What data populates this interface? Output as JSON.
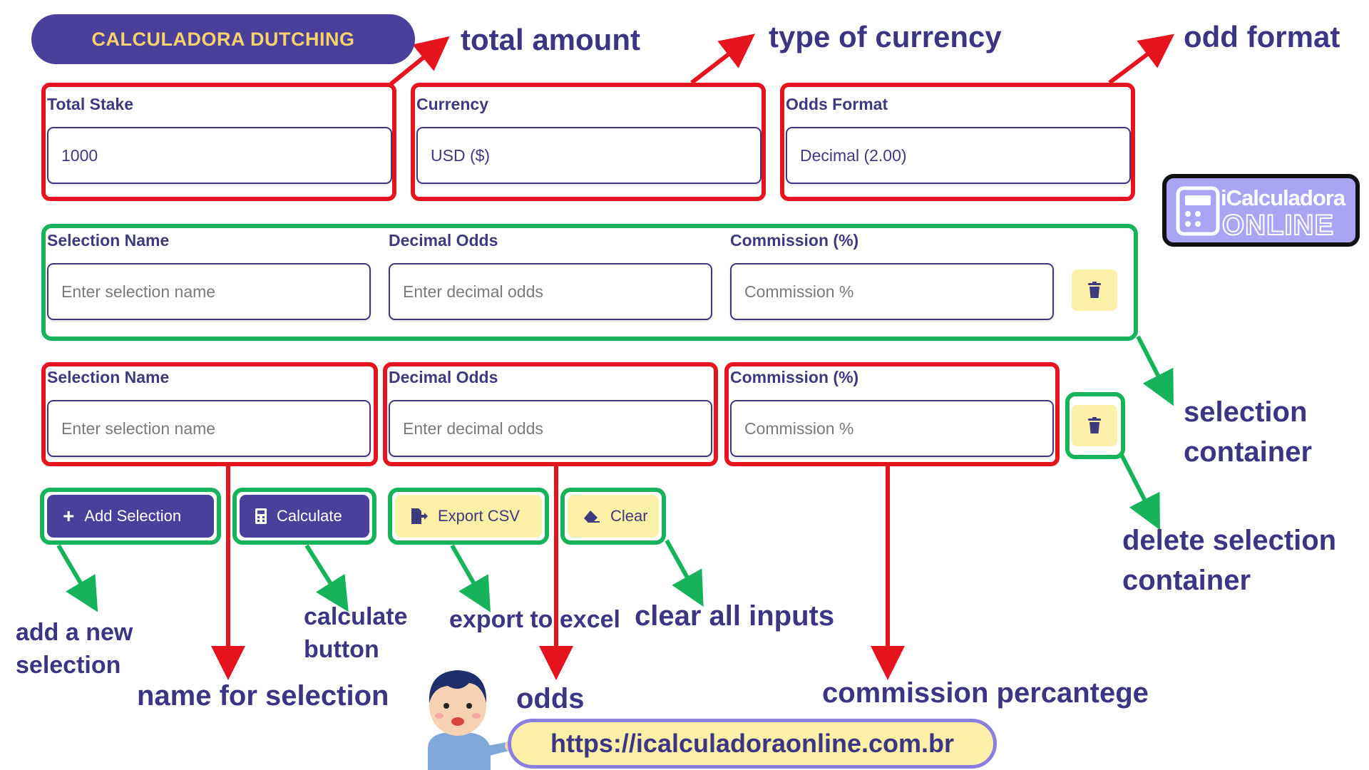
{
  "app": {
    "title": "CALCULADORA DUTCHING",
    "url": "https://icalculadoraonline.com.br"
  },
  "logo": {
    "line1": "iCalculadora",
    "line2": "ONLINE"
  },
  "settings": {
    "total_stake": {
      "label": "Total Stake",
      "value": "1000"
    },
    "currency": {
      "label": "Currency",
      "value": "USD ($)"
    },
    "odds_format": {
      "label": "Odds Format",
      "value": "Decimal (2.00)"
    }
  },
  "selections": [
    {
      "name_label": "Selection Name",
      "name_placeholder": "Enter selection name",
      "odds_label": "Decimal Odds",
      "odds_placeholder": "Enter decimal odds",
      "commission_label": "Commission (%)",
      "commission_placeholder": "Commission %"
    },
    {
      "name_label": "Selection Name",
      "name_placeholder": "Enter selection name",
      "odds_label": "Decimal Odds",
      "odds_placeholder": "Enter decimal odds",
      "commission_label": "Commission (%)",
      "commission_placeholder": "Commission %"
    }
  ],
  "actions": {
    "add_selection": "Add Selection",
    "calculate": "Calculate",
    "export_csv": "Export CSV",
    "clear": "Clear"
  },
  "annotations": {
    "total_amount": "total amount",
    "type_of_currency": "type of currency",
    "odd_format": "odd format",
    "selection_container_1": "selection",
    "selection_container_2": "container",
    "delete_container_1": "delete selection",
    "delete_container_2": "container",
    "add_new_1": "add a new",
    "add_new_2": "selection",
    "calculate_1": "calculate",
    "calculate_2": "button",
    "export": "export to excel",
    "clear_all": "clear all inputs",
    "name_for_selection": "name for selection",
    "odds": "odds",
    "commission": "commission percantege"
  },
  "colors": {
    "primary": "#4a3f9a",
    "accent_yellow": "#fbf0a7",
    "title_text": "#f6d36b",
    "annotation_red": "#e5141e",
    "annotation_green": "#16b35a"
  },
  "icons": {
    "delete": "trash-icon",
    "add": "plus-icon",
    "calculate": "calculator-icon",
    "export": "file-export-icon",
    "clear": "eraser-icon"
  }
}
